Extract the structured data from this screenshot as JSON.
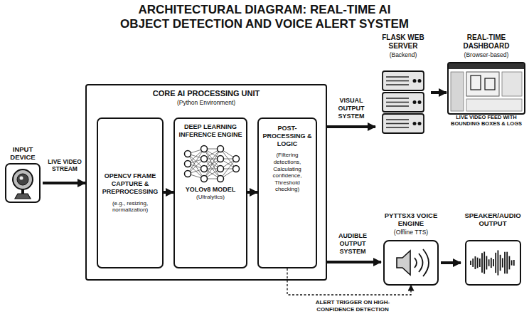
{
  "diagram": {
    "title": "ARCHITECTURAL DIAGRAM: REAL-TIME AI OBJECT DETECTION AND VOICE ALERT SYSTEM",
    "nodes": [
      {
        "text": [
          "INPUT DEVICE"
        ]
      },
      {
        "text": [
          "CORE AI PROCESSING UNIT",
          "(Python Environment)"
        ]
      },
      {
        "text": [
          "OPENCV FRAME CAPTURE & PREPROCESSING",
          "(e.g., resizing, normalization)"
        ],
        "in": 1
      },
      {
        "text": [
          "DEEP LEARNING INFERENCE ENGINE",
          "YOLOv8 MODEL",
          "(Ultralytics)"
        ],
        "in": 1
      },
      {
        "text": [
          "POST-PROCESSING & LOGIC",
          "(Filtering detections, Calculating confidence, Threshold checking)"
        ],
        "in": 1
      },
      {
        "text": [
          "FLASK WEB SERVER",
          "(Backend)"
        ]
      },
      {
        "text": [
          "REAL-TIME DASHBOARD",
          "(Browser-based)",
          "LIVE VIDEO FEED WITH BOUNDING BOXES & LOGS"
        ]
      },
      {
        "text": [
          "PYTTSX3 VOICE ENGINE",
          "(Offline TTS)"
        ]
      },
      {
        "text": [
          "SPEAKER/AUDIO OUTPUT"
        ]
      }
    ],
    "edges": [
      {
        "from": 0,
        "to": 1,
        "arrow": "to",
        "label": "LIVE VIDEO STREAM"
      },
      {
        "from": 2,
        "to": 3,
        "arrow": "to"
      },
      {
        "from": 3,
        "to": 4,
        "arrow": "to"
      },
      {
        "from": 1,
        "to": 5,
        "arrow": "to",
        "label": "VISUAL OUTPUT SYSTEM"
      },
      {
        "from": 5,
        "to": 6,
        "arrow": "to"
      },
      {
        "from": 1,
        "to": 7,
        "arrow": "to",
        "label": "AUDIBLE OUTPUT SYSTEM"
      },
      {
        "from": 7,
        "to": 8,
        "arrow": "to"
      },
      {
        "from": 4,
        "to": 7,
        "arrow": "to",
        "label": "ALERT TRIGGER ON HIGH-CONFIDENCE DETECTION"
      }
    ]
  }
}
